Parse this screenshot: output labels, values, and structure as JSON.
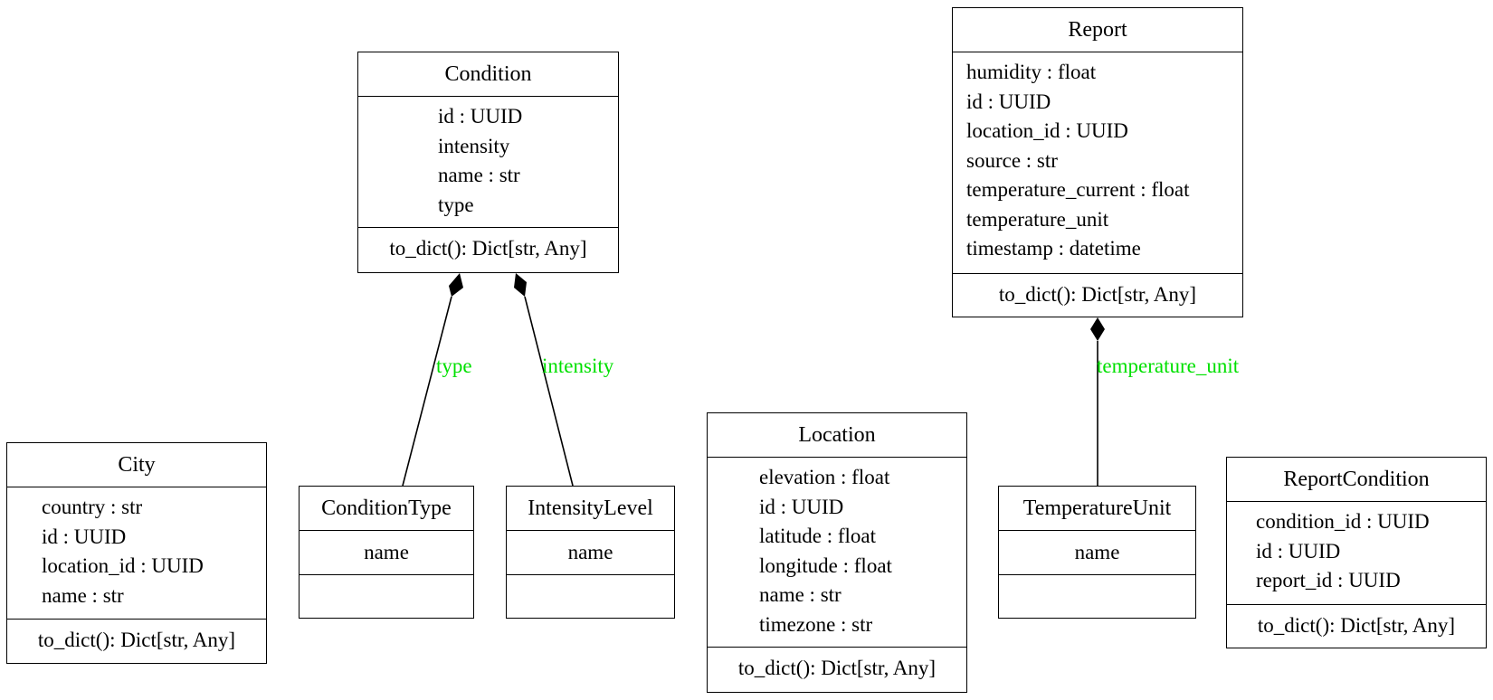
{
  "classes": {
    "condition": {
      "name": "Condition",
      "attributes": [
        "id : UUID",
        "intensity",
        "name : str",
        "type"
      ],
      "methods": [
        "to_dict(): Dict[str, Any]"
      ]
    },
    "report": {
      "name": "Report",
      "attributes": [
        "humidity : float",
        "id : UUID",
        "location_id : UUID",
        "source : str",
        "temperature_current : float",
        "temperature_unit",
        "timestamp : datetime"
      ],
      "methods": [
        "to_dict(): Dict[str, Any]"
      ]
    },
    "city": {
      "name": "City",
      "attributes": [
        "country : str",
        "id : UUID",
        "location_id : UUID",
        "name : str"
      ],
      "methods": [
        "to_dict(): Dict[str, Any]"
      ]
    },
    "condition_type": {
      "name": "ConditionType",
      "attributes": [
        "name"
      ],
      "methods": []
    },
    "intensity_level": {
      "name": "IntensityLevel",
      "attributes": [
        "name"
      ],
      "methods": []
    },
    "location": {
      "name": "Location",
      "attributes": [
        "elevation : float",
        "id : UUID",
        "latitude : float",
        "longitude : float",
        "name : str",
        "timezone : str"
      ],
      "methods": [
        "to_dict(): Dict[str, Any]"
      ]
    },
    "temperature_unit": {
      "name": "TemperatureUnit",
      "attributes": [
        "name"
      ],
      "methods": []
    },
    "report_condition": {
      "name": "ReportCondition",
      "attributes": [
        "condition_id : UUID",
        "id : UUID",
        "report_id : UUID"
      ],
      "methods": [
        "to_dict(): Dict[str, Any]"
      ]
    }
  },
  "relations": [
    {
      "label": "type",
      "from": "Condition",
      "to": "ConditionType",
      "kind": "composition"
    },
    {
      "label": "intensity",
      "from": "Condition",
      "to": "IntensityLevel",
      "kind": "composition"
    },
    {
      "label": "temperature_unit",
      "from": "Report",
      "to": "TemperatureUnit",
      "kind": "composition"
    }
  ],
  "colors": {
    "edge_label": "#00e000",
    "line": "#000000"
  }
}
